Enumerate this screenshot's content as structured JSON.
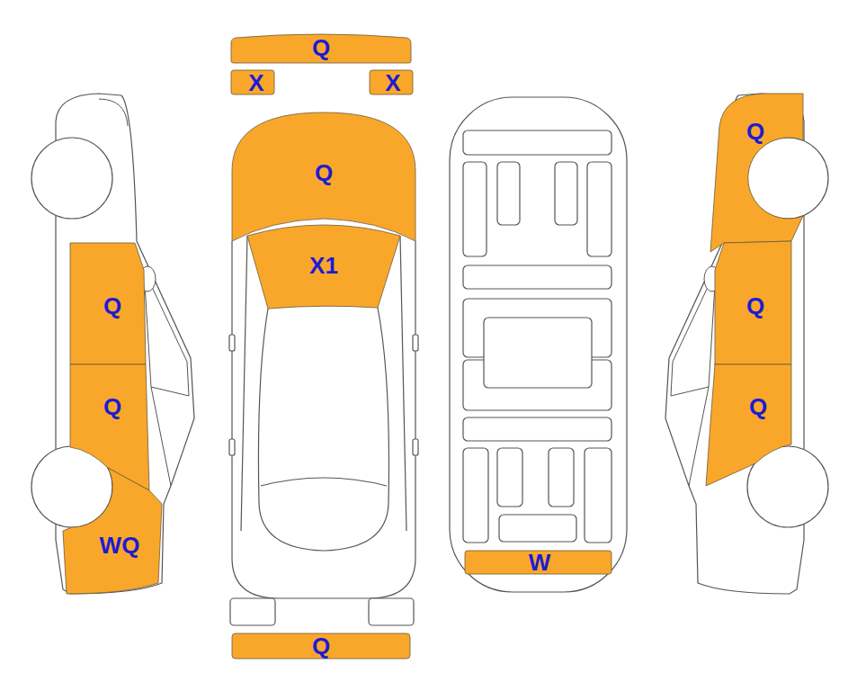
{
  "diagram": {
    "nodes": [
      {
        "text": [
          "Q"
        ]
      },
      {
        "text": [
          "Q"
        ]
      },
      {
        "text": [
          "WQ"
        ]
      },
      {
        "text": [
          "Q"
        ]
      },
      {
        "text": [
          "X"
        ]
      },
      {
        "text": [
          "X"
        ]
      },
      {
        "text": [
          "Q"
        ]
      },
      {
        "text": [
          "X1"
        ]
      },
      {
        "text": [
          "Q"
        ]
      },
      {
        "text": [
          "W"
        ]
      },
      {
        "text": [
          "Q"
        ]
      },
      {
        "text": [
          "Q"
        ]
      },
      {
        "text": [
          "Q"
        ]
      }
    ]
  }
}
